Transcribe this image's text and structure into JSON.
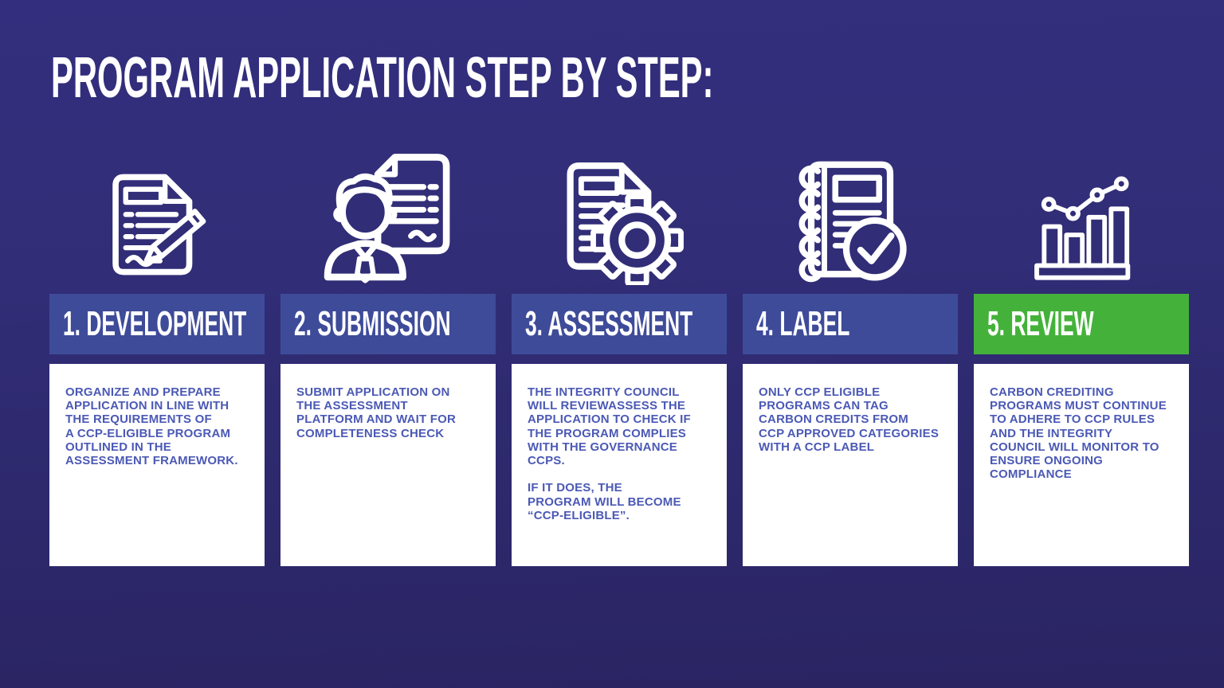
{
  "title": "PROGRAM APPLICATION STEP BY STEP:",
  "colors": {
    "background_top": "#332f7e",
    "background_bottom": "#2a2462",
    "header_blue": "#3e4b99",
    "header_green": "#44b23a",
    "card_bg": "#ffffff",
    "body_text": "#4b59b5",
    "icon_bg": "#312d77",
    "icon_stroke": "#ffffff",
    "title_text": "#ffffff"
  },
  "steps": [
    {
      "label": "1. DEVELOPMENT",
      "icon": "document-pen-icon",
      "highlight": false,
      "body": "ORGANIZE AND PREPARE\nAPPLICATION IN LINE WITH\nTHE REQUIREMENTS OF\nA CCP-ELIGIBLE PROGRAM\nOUTLINED IN THE\nASSESSMENT FRAMEWORK."
    },
    {
      "label": "2. SUBMISSION",
      "icon": "person-document-icon",
      "highlight": false,
      "body": "SUBMIT APPLICATION ON\nTHE ASSESSMENT\nPLATFORM AND WAIT FOR\nCOMPLETENESS CHECK"
    },
    {
      "label": "3. ASSESSMENT",
      "icon": "document-gear-icon",
      "highlight": false,
      "body": "THE INTEGRITY COUNCIL\nWILL REVIEWASSESS THE\nAPPLICATION TO CHECK IF\nTHE PROGRAM COMPLIES\nWITH THE GOVERNANCE\nCCPS.\n\nIF IT DOES, THE\nPROGRAM WILL BECOME\n“CCP-ELIGIBLE”."
    },
    {
      "label": "4. LABEL",
      "icon": "notebook-check-icon",
      "highlight": false,
      "body": "ONLY CCP ELIGIBLE\nPROGRAMS CAN TAG\nCARBON CREDITS FROM\nCCP APPROVED CATEGORIES\nWITH A CCP LABEL"
    },
    {
      "label": "5. REVIEW",
      "icon": "bar-chart-icon",
      "highlight": true,
      "body": "CARBON CREDITING\nPROGRAMS MUST CONTINUE\nTO ADHERE TO CCP RULES\nAND THE INTEGRITY\nCOUNCIL WILL MONITOR TO\nENSURE ONGOING\nCOMPLIANCE"
    }
  ]
}
